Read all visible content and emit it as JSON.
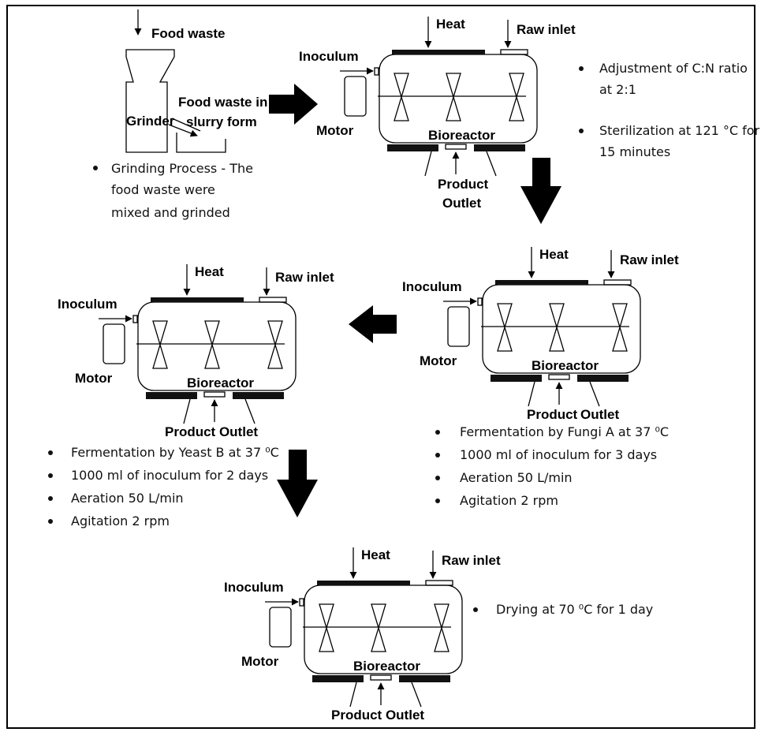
{
  "grinder_stage": {
    "input_label": "Food waste",
    "grinder_label": "Grinder",
    "slurry_label_line1": "Food waste in",
    "slurry_label_line2": "slurry form",
    "note_lines": [
      "Grinding Process - The",
      "food waste were",
      "mixed and grinded"
    ]
  },
  "reactors": [
    {
      "heat": "Heat",
      "raw_inlet": "Raw inlet",
      "inoculum": "Inoculum",
      "motor": "Motor",
      "bioreactor": "Bioreactor",
      "product": "Product",
      "outlet": "Outlet",
      "notes": [
        [
          "Adjustment of C:N ratio",
          "at 2:1"
        ],
        [
          "Sterilization at 121 °C for",
          "15 minutes"
        ]
      ]
    },
    {
      "heat": "Heat",
      "raw_inlet": "Raw inlet",
      "inoculum": "Inoculum",
      "motor": "Motor",
      "bioreactor": "Bioreactor",
      "product": "Product",
      "outlet": "Outlet",
      "notes": [
        [
          "Fermentation by Fungi A at 37 ⁰C"
        ],
        [
          "1000 ml of inoculum for 3 days"
        ],
        [
          "Aeration 50 L/min"
        ],
        [
          "Agitation 2 rpm"
        ]
      ]
    },
    {
      "heat": "Heat",
      "raw_inlet": "Raw inlet",
      "inoculum": "Inoculum",
      "motor": "Motor",
      "bioreactor": "Bioreactor",
      "product_outlet": "Product Outlet",
      "notes": [
        [
          "Fermentation by Yeast B at 37 ⁰C"
        ],
        [
          "1000 ml of inoculum for 2 days"
        ],
        [
          "Aeration 50 L/min"
        ],
        [
          "Agitation 2 rpm"
        ]
      ]
    },
    {
      "heat": "Heat",
      "raw_inlet": "Raw inlet",
      "inoculum": "Inoculum",
      "motor": "Motor",
      "bioreactor": "Bioreactor",
      "product_outlet": "Product Outlet",
      "notes": [
        [
          "Drying at 70 ⁰C for 1 day"
        ]
      ]
    }
  ]
}
